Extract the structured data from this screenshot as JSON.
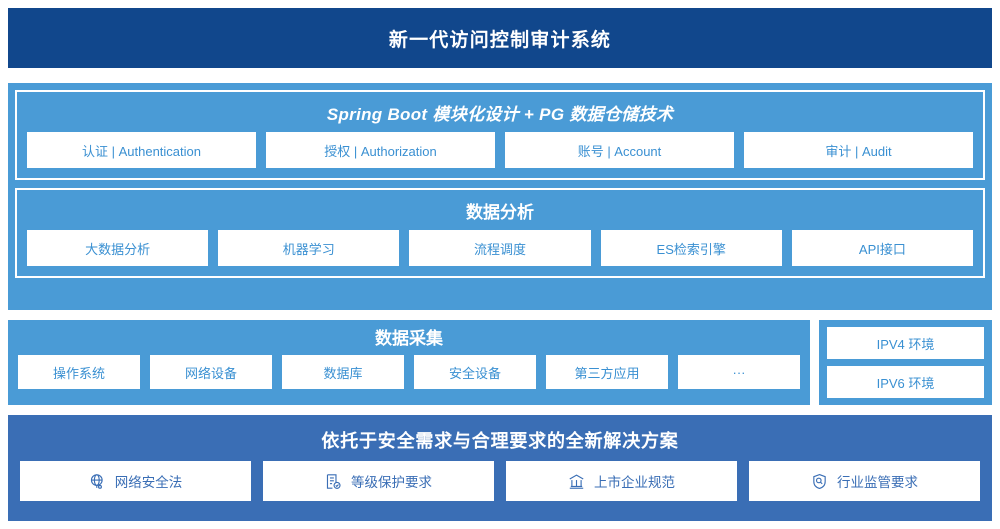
{
  "header": {
    "title": "新一代访问控制审计系统"
  },
  "platform": {
    "title": "Spring Boot 模块化设计 + PG 数据仓储技术",
    "cards": [
      {
        "label": "认证 | Authentication"
      },
      {
        "label": "授权 | Authorization"
      },
      {
        "label": "账号 | Account"
      },
      {
        "label": "审计 | Audit"
      }
    ]
  },
  "analysis": {
    "title": "数据分析",
    "cards": [
      {
        "label": "大数据分析"
      },
      {
        "label": "机器学习"
      },
      {
        "label": "流程调度"
      },
      {
        "label": "ES检索引擎"
      },
      {
        "label": "API接口"
      }
    ]
  },
  "collection": {
    "title": "数据采集",
    "cards": [
      {
        "label": "操作系统"
      },
      {
        "label": "网络设备"
      },
      {
        "label": "数据库"
      },
      {
        "label": "安全设备"
      },
      {
        "label": "第三方应用"
      },
      {
        "label": "···"
      }
    ]
  },
  "environment": {
    "cards": [
      {
        "label": "IPV4 环境"
      },
      {
        "label": "IPV6 环境"
      }
    ]
  },
  "compliance": {
    "title": "依托于安全需求与合理要求的全新解决方案",
    "cards": [
      {
        "label": "网络安全法",
        "icon": "globe-network-icon"
      },
      {
        "label": "等级保护要求",
        "icon": "document-check-icon"
      },
      {
        "label": "上市企业规范",
        "icon": "bank-building-icon"
      },
      {
        "label": "行业监管要求",
        "icon": "shield-search-icon"
      }
    ]
  },
  "colors": {
    "header_navy": "#11478C",
    "panel_blue": "#4A9BD6",
    "footer_blue": "#3A6EB5",
    "card_bg": "#FFFFFF",
    "card_text": "#3A90D2"
  }
}
